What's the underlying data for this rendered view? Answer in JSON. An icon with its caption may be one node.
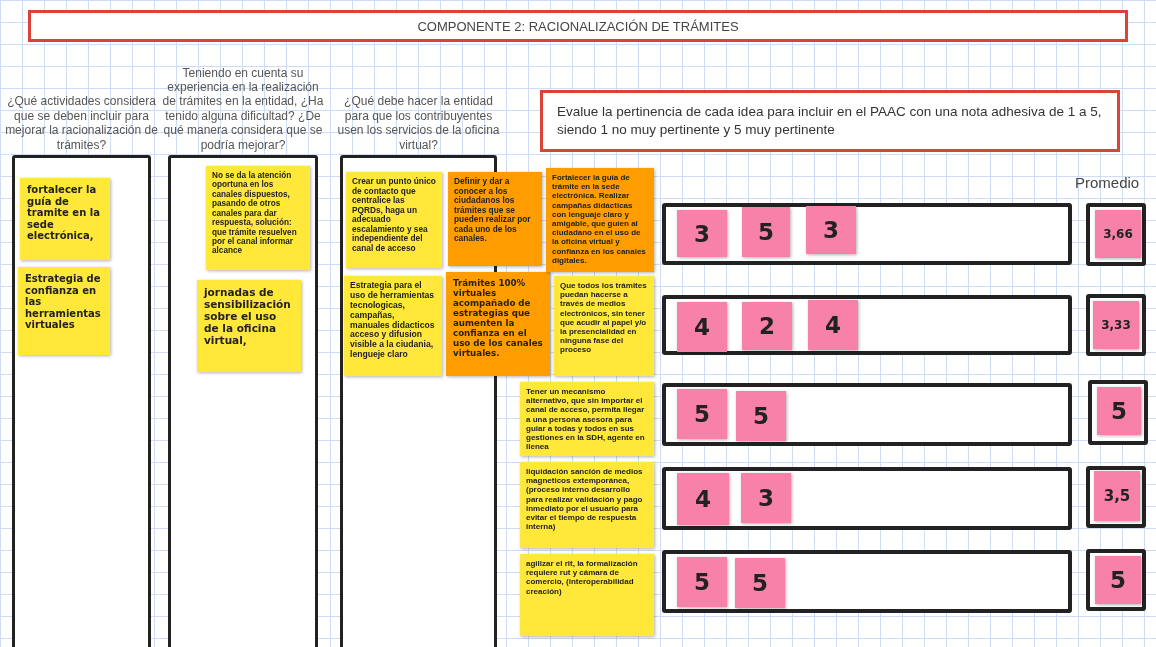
{
  "diagram": {
    "nodes": [
      {
        "text": [
          "COMPONENTE 2: RACIONALIZACIÓN DE TRÁMITES"
        ]
      },
      {
        "text": [
          "Evalue la pertinencia de cada idea para incluir en el PAAC con una nota adhesiva  de 1 a 5, siendo 1 no muy pertinente y 5 muy pertinente"
        ]
      },
      {
        "text": [
          "¿Qué actividades considera que se deben incluir para mejorar la racionalización de trámites?"
        ]
      },
      {
        "text": [
          "fortalecer la guía de tramite en la sede electrónica,"
        ],
        "in": 2
      },
      {
        "text": [
          "Estrategia de confianza en las herramientas virtuales"
        ],
        "in": 2
      },
      {
        "text": [
          "Teniendo en cuenta su experiencia en la realización de trámites en la entidad, ¿Ha tenido alguna dificultad? ¿De qué manera considera que se podría mejorar?"
        ]
      },
      {
        "text": [
          "No se da la atención oportuna en los canales dispuestos, pasando de otros canales para dar respuesta, solución: que trámite resuelven por el canal informar alcance"
        ],
        "in": 5
      },
      {
        "text": [
          "jornadas de sensibilización sobre el uso de la oficina virtual,"
        ],
        "in": 5
      },
      {
        "text": [
          "¿Qué debe hacer la entidad para que los contribuyentes usen los servicios de la oficina virtual?"
        ]
      },
      {
        "text": [
          "Crear un punto único de contacto que centralice las PQRDs, haga un adecuado escalamiento y sea independiente del canal de acceso"
        ],
        "in": 8
      },
      {
        "text": [
          "Estrategia para el uso de herramientas tecnologicas, campañas, manuales didacticos acceso y difusion visible a la ciudania, lengueje claro"
        ],
        "in": 8
      },
      {
        "text": [
          "Trámites 100% virtuales acompañado de estrategias que aumenten la confianza en el uso de los canales virtuales."
        ]
      },
      {
        "text": [
          "Definir y dar a conocer a los ciudadanos los trámites que se pueden realizar por cada uno de los canales."
        ]
      },
      {
        "text": [
          "Fortalecer la guía de trámite en la sede electrónica. Realizar campañas didácticas con lenguaje claro y amigable, que guíen al ciudadano en el uso de la oficina virtual y confianza en los canales digitales."
        ]
      },
      {
        "text": [
          "Que todos los trámites puedan hacerse a través de medios electrónicos, sin tener que acudir al papel y/o la presencialidad en ninguna fase del proceso"
        ]
      },
      {
        "text": [
          "Tener un mecanismo alternativo, que sin importar el canal de acceso, permita llegar a una persona asesora para guiar a todas y todos en sus gestiones en la SDH, agente en llenea"
        ]
      },
      {
        "text": [
          "liquidación sanción de medios magneticos extemporánea, (proceso interno desarrollo para realizar validación y pago inmediato por el usuario para evitar el tiempo de respuesta interna)"
        ]
      },
      {
        "text": [
          "agilizar el rit, la formalización requiere rut y cámara  de comercio, (interoperabilidad creación)"
        ]
      },
      {
        "text": [],
        "shape": "box"
      },
      {
        "text": [
          "3"
        ],
        "in": 18
      },
      {
        "text": [
          "5"
        ],
        "in": 18
      },
      {
        "text": [
          "3"
        ],
        "in": 18
      },
      {
        "text": [],
        "shape": "box"
      },
      {
        "text": [
          "4"
        ],
        "in": 22
      },
      {
        "text": [
          "2"
        ],
        "in": 22
      },
      {
        "text": [
          "4"
        ],
        "in": 22
      },
      {
        "text": [],
        "shape": "box"
      },
      {
        "text": [
          "5"
        ],
        "in": 26
      },
      {
        "text": [
          "5"
        ],
        "in": 26
      },
      {
        "text": [],
        "shape": "box"
      },
      {
        "text": [
          "4"
        ],
        "in": 29
      },
      {
        "text": [
          "3"
        ],
        "in": 29
      },
      {
        "text": [],
        "shape": "box"
      },
      {
        "text": [
          "5"
        ],
        "in": 32
      },
      {
        "text": [
          "5"
        ],
        "in": 32
      },
      {
        "text": [],
        "shape": "box"
      },
      {
        "text": [
          "3,66"
        ],
        "in": 35
      },
      {
        "text": [],
        "shape": "box"
      },
      {
        "text": [
          "3,33"
        ],
        "in": 37
      },
      {
        "text": [],
        "shape": "box"
      },
      {
        "text": [
          "5"
        ],
        "in": 39
      },
      {
        "text": [],
        "shape": "box"
      },
      {
        "text": [
          "3,5"
        ],
        "in": 41
      },
      {
        "text": [],
        "shape": "box"
      },
      {
        "text": [
          "5"
        ],
        "in": 43
      }
    ],
    "labels": [
      "Promedio"
    ]
  }
}
